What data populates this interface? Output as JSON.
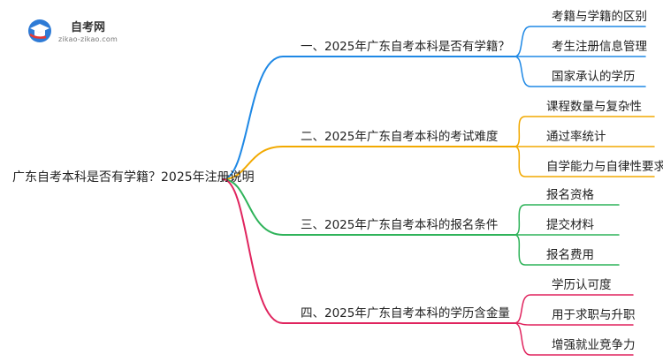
{
  "logo": {
    "title": "自考网",
    "url": "zikao-zikao.com"
  },
  "root": {
    "label": "广东自考本科是否有学籍？2025年注册说明"
  },
  "branches": [
    {
      "label": "一、2025年广东自考本科是否有学籍？",
      "color": "#1e88e5",
      "leaves": [
        "考籍与学籍的区别",
        "考生注册信息管理",
        "国家承认的学历"
      ]
    },
    {
      "label": "二、2025年广东自考本科的考试难度",
      "color": "#f2a900",
      "leaves": [
        "课程数量与复杂性",
        "通过率统计",
        "自学能力与自律性要求"
      ]
    },
    {
      "label": "三、2025年广东自考本科的报名条件",
      "color": "#2fb35a",
      "leaves": [
        "报名资格",
        "提交材料",
        "报名费用"
      ]
    },
    {
      "label": "四、2025年广东自考本科的学历含金量",
      "color": "#e0245e",
      "leaves": [
        "学历认可度",
        "用于求职与升职",
        "增强就业竞争力"
      ]
    }
  ]
}
